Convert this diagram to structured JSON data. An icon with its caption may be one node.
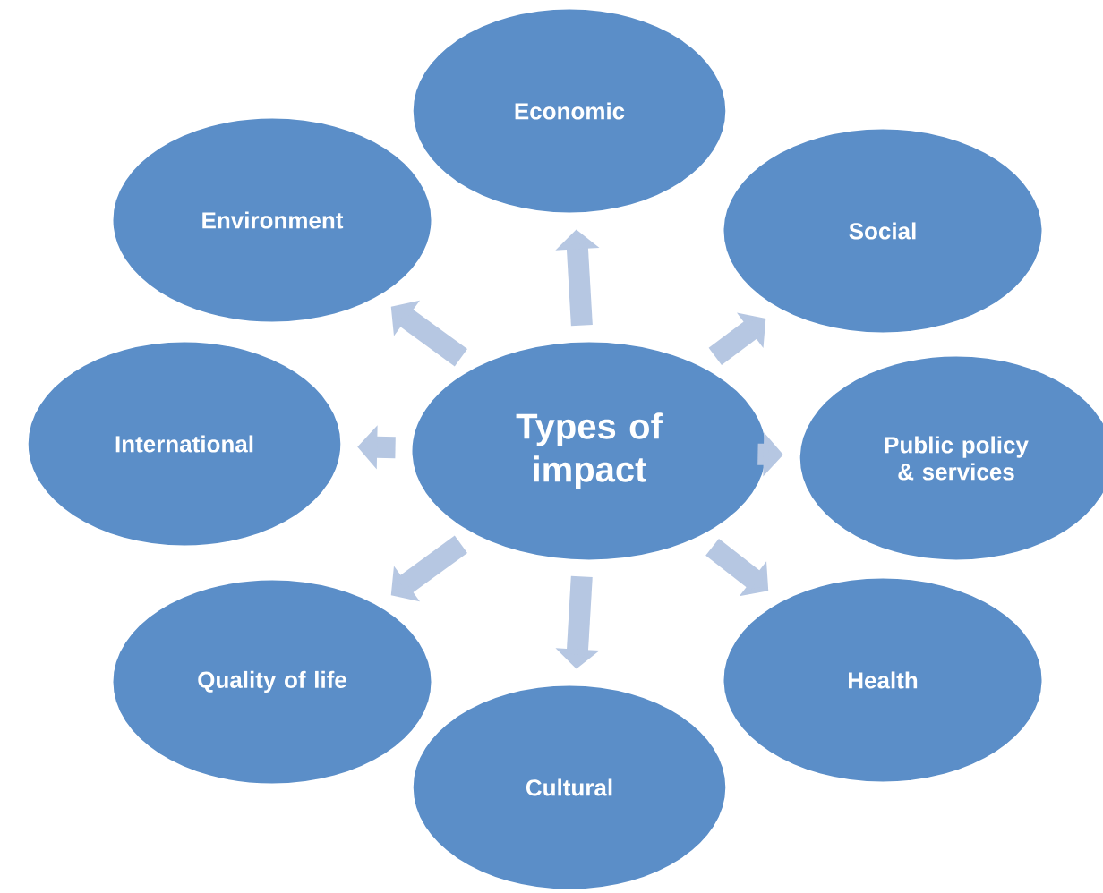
{
  "diagram": {
    "nodes": [
      {
        "text": [
          "Types of impact"
        ]
      },
      {
        "text": [
          "Economic"
        ]
      },
      {
        "text": [
          "Social"
        ]
      },
      {
        "text": [
          "Public policy & services"
        ]
      },
      {
        "text": [
          "Health"
        ]
      },
      {
        "text": [
          "Cultural"
        ]
      },
      {
        "text": [
          "Quality of life"
        ]
      },
      {
        "text": [
          "International"
        ]
      },
      {
        "text": [
          "Environment"
        ]
      }
    ],
    "edges": [
      {
        "from": 0,
        "to": 1,
        "arrow": "to"
      },
      {
        "from": 0,
        "to": 2,
        "arrow": "to"
      },
      {
        "from": 0,
        "to": 3,
        "arrow": "to"
      },
      {
        "from": 0,
        "to": 4,
        "arrow": "to"
      },
      {
        "from": 0,
        "to": 5,
        "arrow": "to"
      },
      {
        "from": 0,
        "to": 6,
        "arrow": "to"
      },
      {
        "from": 0,
        "to": 7,
        "arrow": "to"
      },
      {
        "from": 0,
        "to": 8,
        "arrow": "to"
      }
    ]
  }
}
